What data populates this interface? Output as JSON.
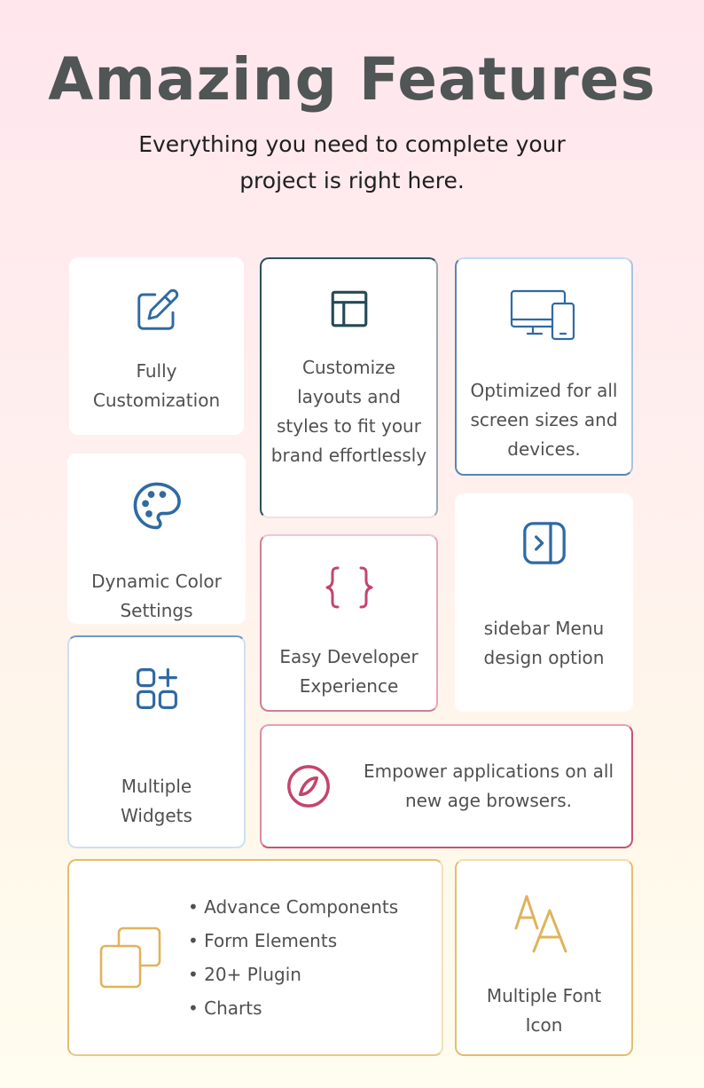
{
  "header": {
    "title": "Amazing Features",
    "subtitle": "Everything you need to complete your project is right here."
  },
  "colors": {
    "heading": "#505555",
    "blue": "#2f6aa3",
    "teal": "#244a55",
    "rose": "#c3456c",
    "gold": "#e0b35b"
  },
  "cards": [
    {
      "id": "customization",
      "icon": "edit-icon",
      "text": "Fully Customization"
    },
    {
      "id": "layouts",
      "icon": "layout-icon",
      "text": "Customize layouts and styles to fit your brand effortlessly"
    },
    {
      "id": "responsive",
      "icon": "monitor-phone-icon",
      "text": "Optimized for all screen sizes and devices."
    },
    {
      "id": "color",
      "icon": "palette-icon",
      "text": "Dynamic Color Settings"
    },
    {
      "id": "developer",
      "icon": "curly-braces-icon",
      "text": "Easy Developer Experience"
    },
    {
      "id": "sidebar",
      "icon": "sidebar-toggle-icon",
      "text": "sidebar Menu design option"
    },
    {
      "id": "widgets",
      "icon": "widgets-icon",
      "text": "Multiple Widgets"
    },
    {
      "id": "browsers",
      "icon": "compass-icon",
      "text": "Empower applications on all new age browsers."
    },
    {
      "id": "components",
      "icon": "copy-squares-icon",
      "items": [
        "• Advance Components",
        "• Form Elements",
        "• 20+ Plugin",
        "• Charts"
      ]
    },
    {
      "id": "font",
      "icon": "font-size-icon",
      "text": "Multiple Font Icon"
    }
  ]
}
